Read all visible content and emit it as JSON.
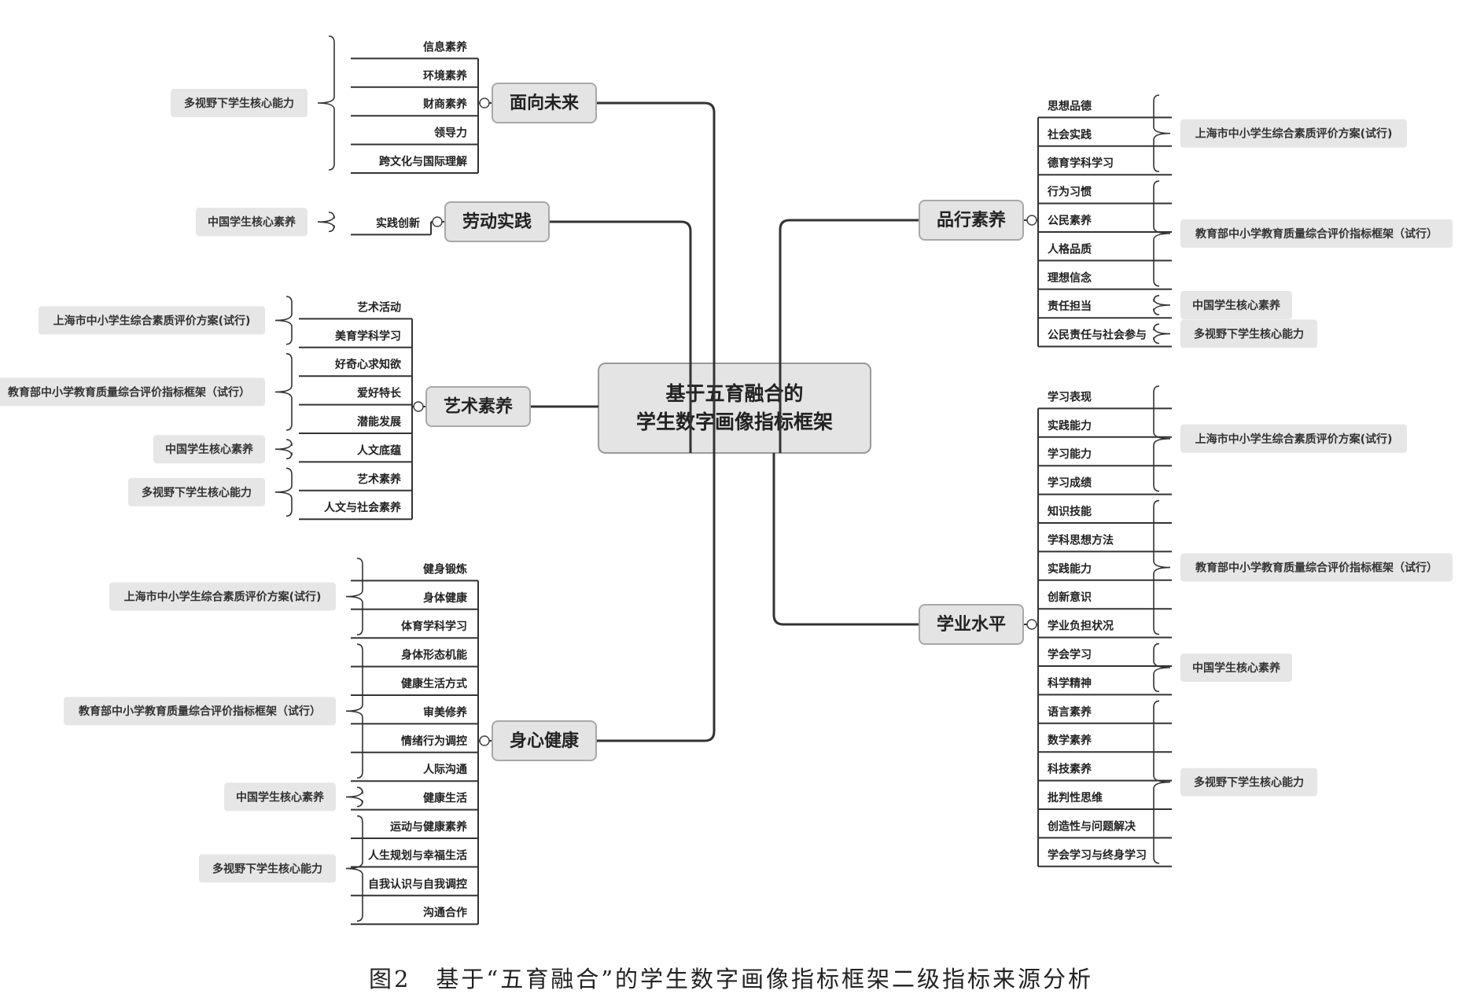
{
  "root": {
    "lines": [
      "基于五育融合的",
      "学生数字画像指标框架"
    ]
  },
  "caption": "图2　基于“五育融合”的学生数字画像指标框架二级指标来源分析",
  "categories": [
    {
      "id": "future",
      "label": "面向未来",
      "side": "left",
      "items": [
        "信息素养",
        "环境素养",
        "财商素养",
        "领导力",
        "跨文化与国际理解"
      ],
      "sources": [
        {
          "label": "多视野下学生核心能力",
          "from": 0,
          "to": 4
        }
      ]
    },
    {
      "id": "labor",
      "label": "劳动实践",
      "side": "left",
      "items": [
        "实践创新"
      ],
      "sources": [
        {
          "label": "中国学生核心素养",
          "from": 0,
          "to": 0
        }
      ]
    },
    {
      "id": "art",
      "label": "艺术素养",
      "side": "left",
      "items": [
        "艺术活动",
        "美育学科学习",
        "好奇心求知欲",
        "爱好特长",
        "潜能发展",
        "人文底蕴",
        "艺术素养",
        "人文与社会素养"
      ],
      "sources": [
        {
          "label": "上海市中小学生综合素质评价方案(试行)",
          "from": 0,
          "to": 1
        },
        {
          "label": "教育部中小学教育质量综合评价指标框架（试行）",
          "from": 2,
          "to": 4
        },
        {
          "label": "中国学生核心素养",
          "from": 5,
          "to": 5
        },
        {
          "label": "多视野下学生核心能力",
          "from": 6,
          "to": 7
        }
      ]
    },
    {
      "id": "health",
      "label": "身心健康",
      "side": "left",
      "items": [
        "健身锻炼",
        "身体健康",
        "体育学科学习",
        "身体形态机能",
        "健康生活方式",
        "审美修养",
        "情绪行为调控",
        "人际沟通",
        "健康生活",
        "运动与健康素养",
        "人生规划与幸福生活",
        "自我认识与自我调控",
        "沟通合作"
      ],
      "sources": [
        {
          "label": "上海市中小学生综合素质评价方案(试行)",
          "from": 0,
          "to": 2
        },
        {
          "label": "教育部中小学教育质量综合评价指标框架（试行）",
          "from": 3,
          "to": 7
        },
        {
          "label": "中国学生核心素养",
          "from": 8,
          "to": 8
        },
        {
          "label": "多视野下学生核心能力",
          "from": 9,
          "to": 12
        }
      ]
    },
    {
      "id": "moral",
      "label": "品行素养",
      "side": "right",
      "items": [
        "思想品德",
        "社会实践",
        "德育学科学习",
        "行为习惯",
        "公民素养",
        "人格品质",
        "理想信念",
        "责任担当",
        "公民责任与社会参与"
      ],
      "sources": [
        {
          "label": "上海市中小学生综合素质评价方案(试行)",
          "from": 0,
          "to": 2
        },
        {
          "label": "教育部中小学教育质量综合评价指标框架（试行）",
          "from": 3,
          "to": 6
        },
        {
          "label": "中国学生核心素养",
          "from": 7,
          "to": 7
        },
        {
          "label": "多视野下学生核心能力",
          "from": 8,
          "to": 8
        }
      ]
    },
    {
      "id": "academic",
      "label": "学业水平",
      "side": "right",
      "items": [
        "学习表现",
        "实践能力",
        "学习能力",
        "学习成绩",
        "知识技能",
        "学科思想方法",
        "实践能力",
        "创新意识",
        "学业负担状况",
        "学会学习",
        "科学精神",
        "语言素养",
        "数学素养",
        "科技素养",
        "批判性思维",
        "创造性与问题解决",
        "学会学习与终身学习"
      ],
      "sources": [
        {
          "label": "上海市中小学生综合素质评价方案(试行)",
          "from": 0,
          "to": 3
        },
        {
          "label": "教育部中小学教育质量综合评价指标框架（试行）",
          "from": 4,
          "to": 8
        },
        {
          "label": "中国学生核心素养",
          "from": 9,
          "to": 10
        },
        {
          "label": "多视野下学生核心能力",
          "from": 11,
          "to": 16
        }
      ]
    }
  ]
}
